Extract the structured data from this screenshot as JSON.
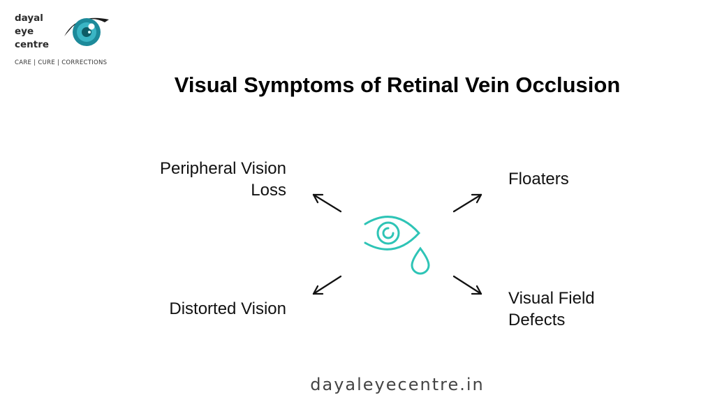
{
  "logo": {
    "name_lines": [
      "dayal",
      "eye",
      "centre"
    ],
    "tagline": "CARE | CURE | CORRECTIONS"
  },
  "title": "Visual Symptoms of Retinal Vein Occlusion",
  "symptoms": {
    "top_left": [
      "Peripheral Vision",
      "Loss"
    ],
    "top_right": [
      "Floaters"
    ],
    "bottom_left": [
      "Distorted Vision"
    ],
    "bottom_right": [
      "Visual Field",
      "Defects"
    ]
  },
  "center_icon": "eye-with-tear-icon",
  "colors": {
    "accent": "#2ec4b6",
    "logo_iris": "#1d8a9a",
    "text": "#111111"
  },
  "footer": "dayaleyecentre.in"
}
